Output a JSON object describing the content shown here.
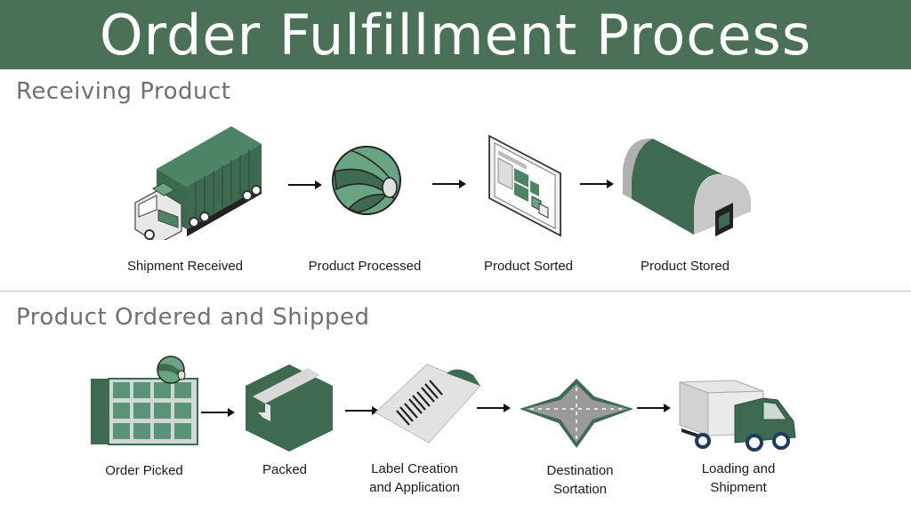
{
  "title": "Order Fulfillment Process",
  "sections": [
    {
      "title": "Receiving Product",
      "steps": [
        {
          "label": "Shipment Received",
          "icon": "semi-truck-icon"
        },
        {
          "label": "Product Processed",
          "icon": "beach-ball-icon"
        },
        {
          "label": "Product Sorted",
          "icon": "sorting-board-icon"
        },
        {
          "label": "Product Stored",
          "icon": "warehouse-icon"
        }
      ]
    },
    {
      "title": "Product Ordered and Shipped",
      "steps": [
        {
          "label": "Order Picked",
          "icon": "shelving-icon"
        },
        {
          "label": "Packed",
          "icon": "box-icon"
        },
        {
          "label_line1": "Label Creation",
          "label_line2": "and Application",
          "icon": "shipping-label-icon"
        },
        {
          "label_line1": "Destination",
          "label_line2": "Sortation",
          "icon": "crossroads-icon"
        },
        {
          "label_line1": "Loading and",
          "label_line2": "Shipment",
          "icon": "box-truck-icon"
        }
      ]
    }
  ],
  "colors": {
    "brand_green": "#4a7158",
    "dark_green": "#3d6a50",
    "light_green": "#6aa583"
  }
}
